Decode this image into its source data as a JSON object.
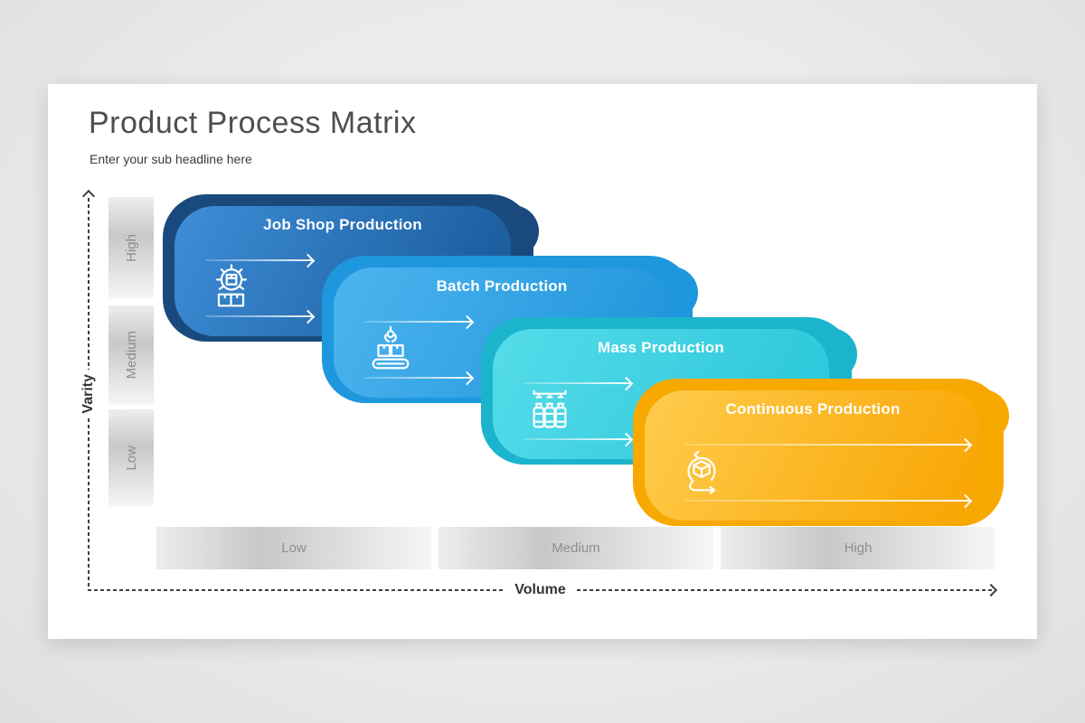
{
  "header": {
    "title": "Product Process Matrix",
    "subtitle": "Enter your sub headline here"
  },
  "y_axis": {
    "label": "Varity",
    "ticks": [
      "High",
      "Medium",
      "Low"
    ]
  },
  "x_axis": {
    "label": "Volume",
    "ticks": [
      "Low",
      "Medium",
      "High"
    ]
  },
  "cards": [
    {
      "label": "Job Shop Production",
      "icon": "gear-boxes-icon",
      "colors": {
        "back": "#1a4a7d",
        "front_start": "#3e8ed8",
        "front_end": "#175796"
      }
    },
    {
      "label": "Batch Production",
      "icon": "claw-conveyor-icon",
      "colors": {
        "back": "#1e97de",
        "front_start": "#4db5ef",
        "front_end": "#1d92da"
      }
    },
    {
      "label": "Mass Production",
      "icon": "bottle-filling-icon",
      "colors": {
        "back": "#1cb4cd",
        "front_start": "#55dce9",
        "front_end": "#29c5da"
      }
    },
    {
      "label": "Continuous Production",
      "icon": "cycle-box-icon",
      "colors": {
        "back": "#f7a900",
        "front_start": "#ffcc4d",
        "front_end": "#f8a400"
      }
    }
  ],
  "axis_color": "#3f3f3f"
}
